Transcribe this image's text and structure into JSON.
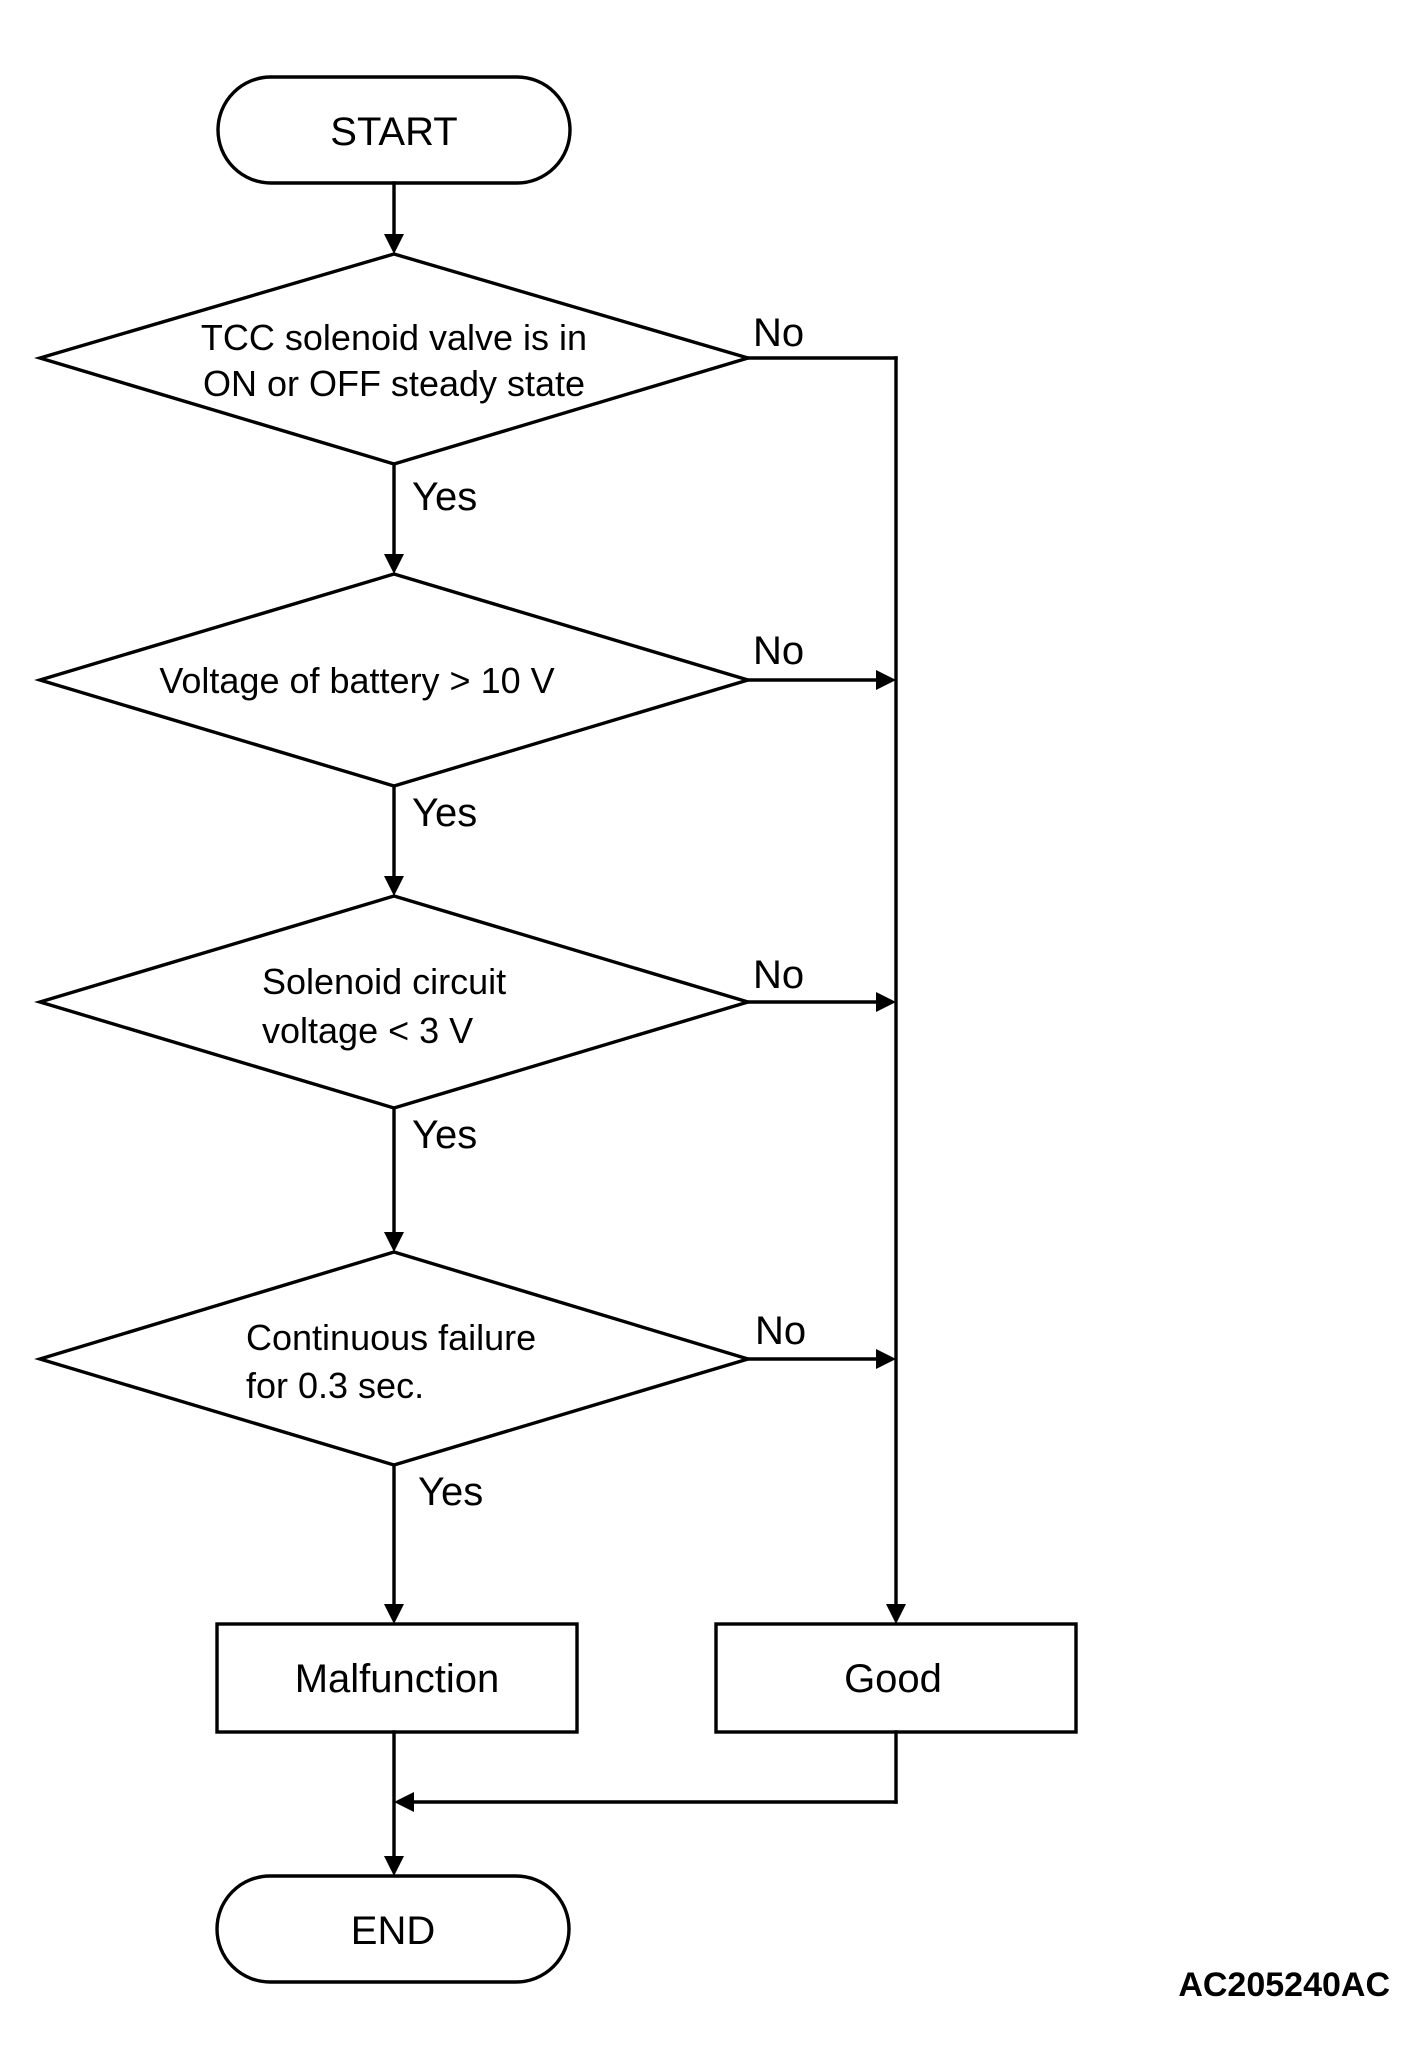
{
  "nodes": {
    "start": "START",
    "decision1": [
      "TCC solenoid valve is in",
      "ON or OFF steady state"
    ],
    "decision2": "Voltage of battery > 10 V",
    "decision3": [
      "Solenoid circuit",
      "voltage < 3 V"
    ],
    "decision4": [
      "Continuous failure",
      "for 0.3 sec."
    ],
    "malfunction": "Malfunction",
    "good": "Good",
    "end": "END"
  },
  "branch_labels": {
    "yes": "Yes",
    "no": "No"
  },
  "figure_code": "AC205240AC"
}
